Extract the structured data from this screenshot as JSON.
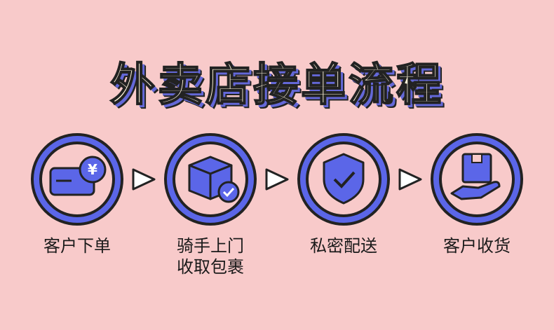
{
  "title": "外卖店接单流程",
  "colors": {
    "background": "#f8caca",
    "ring": "#5b66e8",
    "outline": "#222222"
  },
  "steps": [
    {
      "icon": "card-yuan-icon",
      "lines": [
        "客户下单"
      ]
    },
    {
      "icon": "box-check-icon",
      "lines": [
        "骑手上门",
        "收取包裹"
      ]
    },
    {
      "icon": "shield-check-icon",
      "lines": [
        "私密配送"
      ]
    },
    {
      "icon": "hand-package-icon",
      "lines": [
        "客户收货"
      ]
    }
  ]
}
